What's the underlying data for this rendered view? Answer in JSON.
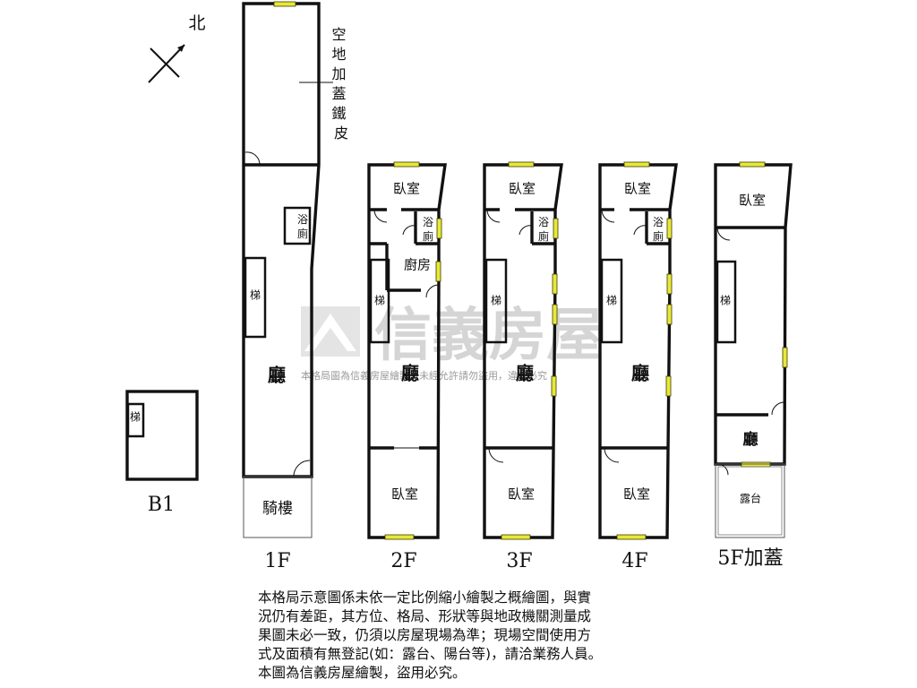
{
  "compass": {
    "north_label": "北"
  },
  "notes": {
    "vacant_land": "空地加蓋鐵皮"
  },
  "watermark": {
    "brand": "信義房屋",
    "notice": "本格局圖為信義房屋繪製，未經允許請勿盜用，違者必究"
  },
  "floors": {
    "b1": {
      "label": "B1",
      "rooms": {
        "stairs": "梯"
      }
    },
    "f1": {
      "label": "1F",
      "rooms": {
        "bath": "浴廁",
        "stairs": "梯",
        "hall": "廳",
        "arcade": "騎樓"
      }
    },
    "f2": {
      "label": "2F",
      "rooms": {
        "bedroom_top": "臥室",
        "bath": "浴廁",
        "kitchen": "廚房",
        "stairs": "梯",
        "hall": "廳",
        "bedroom_bottom": "臥室"
      }
    },
    "f3": {
      "label": "3F",
      "rooms": {
        "bedroom_top": "臥室",
        "bath": "浴廁",
        "stairs": "梯",
        "hall": "廳",
        "bedroom_bottom": "臥室"
      }
    },
    "f4": {
      "label": "4F",
      "rooms": {
        "bedroom_top": "臥室",
        "bath": "浴廁",
        "stairs": "梯",
        "hall": "廳",
        "bedroom_bottom": "臥室"
      }
    },
    "f5": {
      "label": "5F加蓋",
      "rooms": {
        "bedroom_top": "臥室",
        "stairs": "梯",
        "hall": "廳",
        "balcony": "露台"
      }
    }
  },
  "disclaimer": {
    "lines": [
      "本格局示意圖係未依一定比例縮小繪製之概繪圖，與實",
      "況仍有差距，其方位、格局、形狀等與地政機關測量成",
      "果圖未必一致，仍須以房屋現場為準；現場空間使用方",
      "式及面積有無登記(如：露台、陽台等)，請洽業務人員。",
      "本圖為信義房屋繪製，盜用必究。"
    ]
  }
}
